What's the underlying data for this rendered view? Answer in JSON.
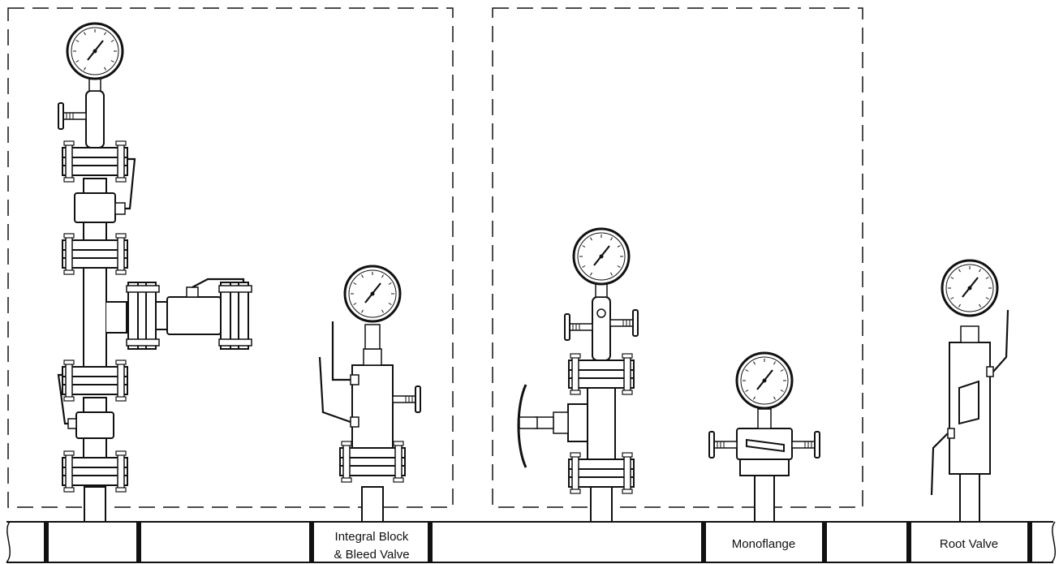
{
  "labels": {
    "integral_block_line1": "Integral Block",
    "integral_block_line2": "& Bleed Valve",
    "monoflange": "Monoflange",
    "root_valve": "Root Valve"
  },
  "colors": {
    "line": "#111111",
    "fill": "#ffffff",
    "gauge_face": "#ffffff"
  },
  "icons": [
    "pressure-gauge-icon",
    "handwheel-icon",
    "flange-icon",
    "ball-valve-lever-icon",
    "pipe-icon"
  ]
}
